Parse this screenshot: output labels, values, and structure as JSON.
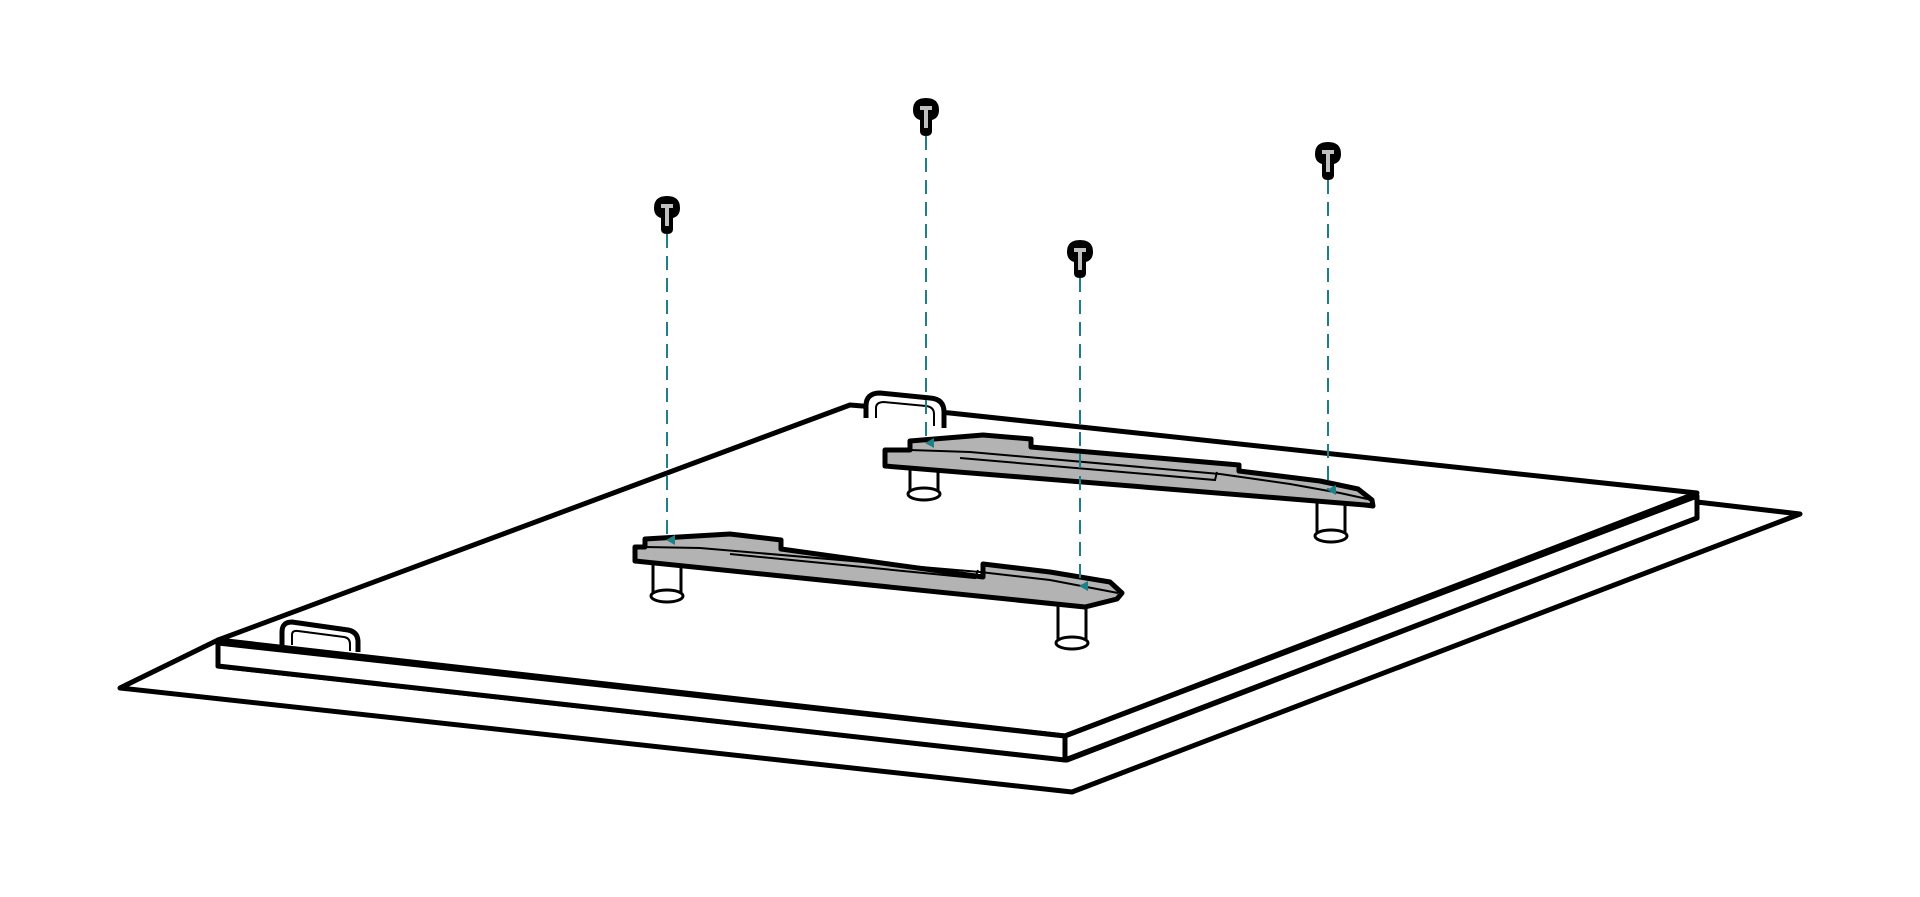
{
  "diagram": {
    "description_visible_text": "",
    "colors": {
      "outline": "#000000",
      "panel_fill": "#ffffff",
      "rail_fill": "#b3b3b3",
      "screw_fill": "#000000",
      "screw_highlight": "#bfbfbf",
      "guide_line": "#1e7f86",
      "arrow_head": "#1e7f86"
    },
    "icons": {
      "screw": "screw-icon",
      "arrow": "arrow-down-icon",
      "handle": "handle-icon",
      "rail": "rail-bracket",
      "standoff": "standoff-post"
    },
    "counts": {
      "screws": 4,
      "rails": 2,
      "handles": 2,
      "standoffs": 4
    }
  }
}
